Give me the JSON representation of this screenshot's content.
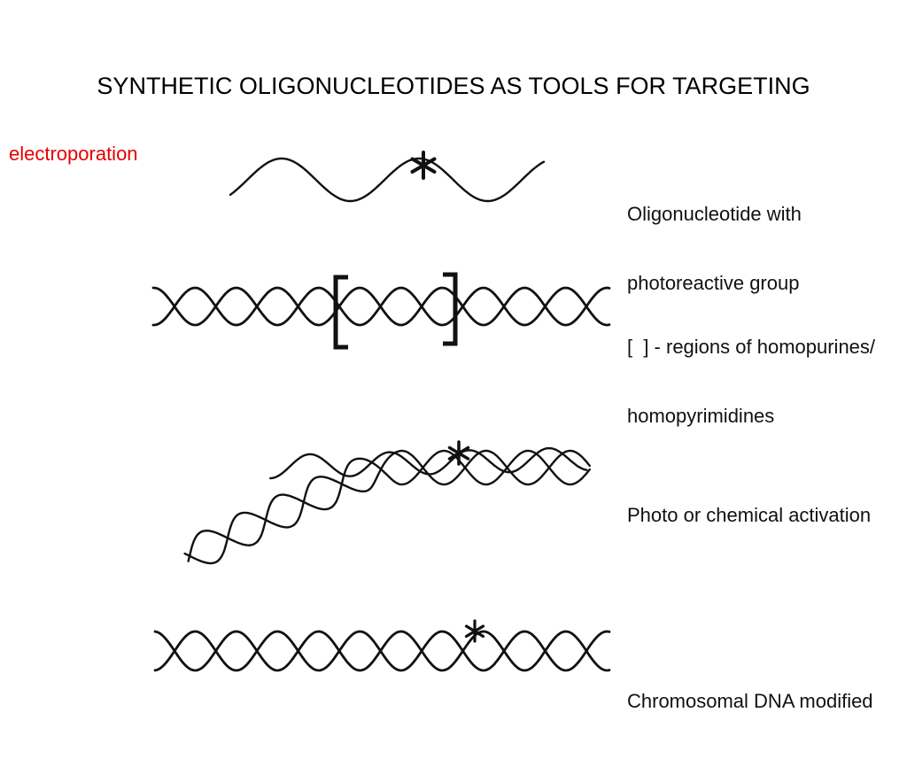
{
  "slide": {
    "title": "SYNTHETIC OLIGONUCLEOTIDES AS TOOLS FOR TARGETING",
    "side_note": "electroporation",
    "side_note_color": "#e60000",
    "background": "#ffffff"
  },
  "diagram": {
    "steps": [
      {
        "label_lines": [
          "Oligonucleotide with",
          "photoreactive group"
        ]
      },
      {
        "label_lines": [
          "[  ] - regions of homopurines/",
          "homopyrimidines"
        ]
      },
      {
        "label_lines": [
          "Photo or chemical activation"
        ]
      },
      {
        "label_lines": [
          "Chromosomal DNA modified"
        ]
      }
    ]
  }
}
